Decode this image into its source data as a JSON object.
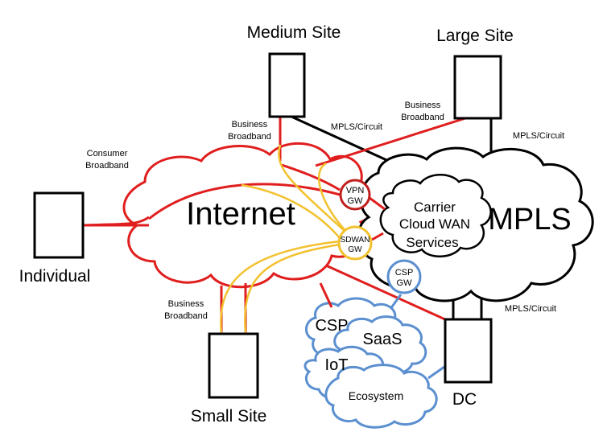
{
  "sites": {
    "medium": "Medium Site",
    "large": "Large Site",
    "individual": "Individual",
    "small": "Small Site",
    "dc": "DC"
  },
  "clouds": {
    "internet": "Internet",
    "mpls": "MPLS",
    "carrier_line1": "Carrier",
    "carrier_line2": "Cloud WAN",
    "carrier_line3": "Services",
    "csp": "CSP",
    "saas": "SaaS",
    "iot": "IoT",
    "ecosystem": "Ecosystem"
  },
  "gateways": {
    "vpn_line1": "VPN",
    "vpn_line2": "GW",
    "sdwan_line1": "SDWAN",
    "sdwan_line2": "GW",
    "csp_line1": "CSP",
    "csp_line2": "GW"
  },
  "links": {
    "consumer_broadband_line1": "Consumer",
    "consumer_broadband_line2": "Broadband",
    "business_broadband_medium_line1": "Business",
    "business_broadband_medium_line2": "Broadband",
    "business_broadband_large_line1": "Business",
    "business_broadband_large_line2": "Broadband",
    "business_broadband_small_line1": "Business",
    "business_broadband_small_line2": "Broadband",
    "mpls_circuit_medium": "MPLS/Circuit",
    "mpls_circuit_large": "MPLS/Circuit",
    "mpls_circuit_dc": "MPLS/Circuit"
  },
  "colors": {
    "internet_link": "#e01e1e",
    "sdwan_overlay": "#f2c12e",
    "mpls_link": "#000000",
    "csp_cloud": "#5b8fd0",
    "vpn_gateway": "#c0201e",
    "sdwan_gateway": "#f2c12e",
    "csp_gateway": "#5b8fd0"
  }
}
